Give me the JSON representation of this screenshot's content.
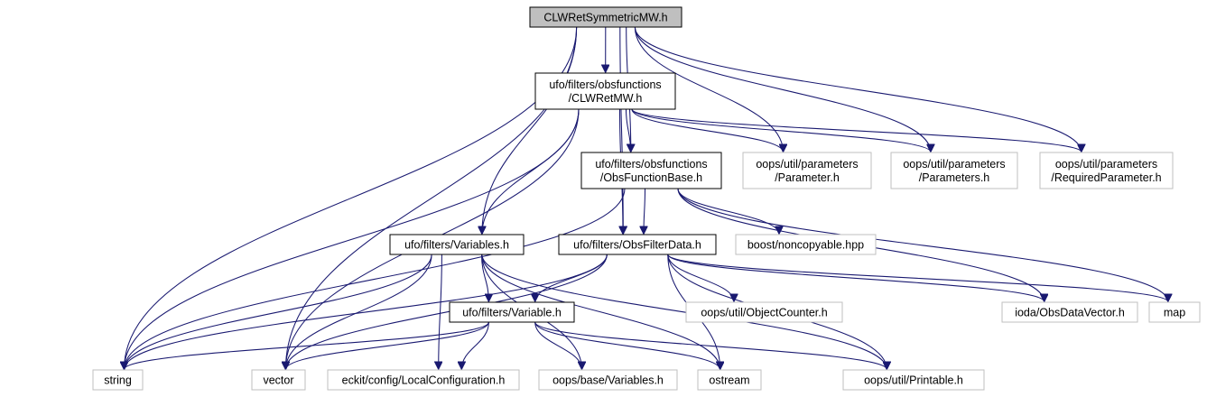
{
  "colors": {
    "edge": "#191970",
    "node_border": "#000000",
    "external_border": "#bfbfbf",
    "root_fill": "#bfbfbf",
    "text": "#000000",
    "external_text": "#000000"
  },
  "nodes": [
    {
      "id": "root",
      "lines": [
        "CLWRetSymmetricMW.h"
      ],
      "kind": "root"
    },
    {
      "id": "clwretmw",
      "lines": [
        "ufo/filters/obsfunctions",
        "/CLWRetMW.h"
      ],
      "kind": "header"
    },
    {
      "id": "obsfunctionbase",
      "lines": [
        "ufo/filters/obsfunctions",
        "/ObsFunctionBase.h"
      ],
      "kind": "header"
    },
    {
      "id": "parameter",
      "lines": [
        "oops/util/parameters",
        "/Parameter.h"
      ],
      "kind": "external"
    },
    {
      "id": "parameters",
      "lines": [
        "oops/util/parameters",
        "/Parameters.h"
      ],
      "kind": "external"
    },
    {
      "id": "requiredparameter",
      "lines": [
        "oops/util/parameters",
        "/RequiredParameter.h"
      ],
      "kind": "external"
    },
    {
      "id": "variables",
      "lines": [
        "ufo/filters/Variables.h"
      ],
      "kind": "header"
    },
    {
      "id": "obsfilterdata",
      "lines": [
        "ufo/filters/ObsFilterData.h"
      ],
      "kind": "header"
    },
    {
      "id": "noncopyable",
      "lines": [
        "boost/noncopyable.hpp"
      ],
      "kind": "external"
    },
    {
      "id": "variable",
      "lines": [
        "ufo/filters/Variable.h"
      ],
      "kind": "header"
    },
    {
      "id": "objectcounter",
      "lines": [
        "oops/util/ObjectCounter.h"
      ],
      "kind": "external"
    },
    {
      "id": "obsdatavector",
      "lines": [
        "ioda/ObsDataVector.h"
      ],
      "kind": "external"
    },
    {
      "id": "map",
      "lines": [
        "map"
      ],
      "kind": "external"
    },
    {
      "id": "string",
      "lines": [
        "string"
      ],
      "kind": "external"
    },
    {
      "id": "vector",
      "lines": [
        "vector"
      ],
      "kind": "external"
    },
    {
      "id": "localconfiguration",
      "lines": [
        "eckit/config/LocalConfiguration.h"
      ],
      "kind": "external"
    },
    {
      "id": "basevariables",
      "lines": [
        "oops/base/Variables.h"
      ],
      "kind": "external"
    },
    {
      "id": "ostream",
      "lines": [
        "ostream"
      ],
      "kind": "external"
    },
    {
      "id": "printable",
      "lines": [
        "oops/util/Printable.h"
      ],
      "kind": "external"
    }
  ],
  "edges": [
    [
      "root",
      "clwretmw"
    ],
    [
      "root",
      "string"
    ],
    [
      "root",
      "vector"
    ],
    [
      "root",
      "variables"
    ],
    [
      "root",
      "obsfilterdata"
    ],
    [
      "root",
      "obsfunctionbase"
    ],
    [
      "root",
      "parameter"
    ],
    [
      "root",
      "parameters"
    ],
    [
      "root",
      "requiredparameter"
    ],
    [
      "clwretmw",
      "obsfunctionbase"
    ],
    [
      "clwretmw",
      "string"
    ],
    [
      "clwretmw",
      "vector"
    ],
    [
      "clwretmw",
      "variables"
    ],
    [
      "clwretmw",
      "obsfilterdata"
    ],
    [
      "clwretmw",
      "parameter"
    ],
    [
      "clwretmw",
      "parameters"
    ],
    [
      "clwretmw",
      "requiredparameter"
    ],
    [
      "obsfunctionbase",
      "string"
    ],
    [
      "obsfunctionbase",
      "obsfilterdata"
    ],
    [
      "obsfunctionbase",
      "noncopyable"
    ],
    [
      "obsfunctionbase",
      "obsdatavector"
    ],
    [
      "obsfunctionbase",
      "map"
    ],
    [
      "variables",
      "string"
    ],
    [
      "variables",
      "vector"
    ],
    [
      "variables",
      "localconfiguration"
    ],
    [
      "variables",
      "variable"
    ],
    [
      "variables",
      "basevariables"
    ],
    [
      "variables",
      "ostream"
    ],
    [
      "variables",
      "printable"
    ],
    [
      "obsfilterdata",
      "string"
    ],
    [
      "obsfilterdata",
      "vector"
    ],
    [
      "obsfilterdata",
      "variable"
    ],
    [
      "obsfilterdata",
      "objectcounter"
    ],
    [
      "obsfilterdata",
      "obsdatavector"
    ],
    [
      "obsfilterdata",
      "map"
    ],
    [
      "obsfilterdata",
      "ostream"
    ],
    [
      "obsfilterdata",
      "printable"
    ],
    [
      "variable",
      "string"
    ],
    [
      "variable",
      "vector"
    ],
    [
      "variable",
      "localconfiguration"
    ],
    [
      "variable",
      "basevariables"
    ],
    [
      "variable",
      "ostream"
    ],
    [
      "variable",
      "printable"
    ]
  ]
}
